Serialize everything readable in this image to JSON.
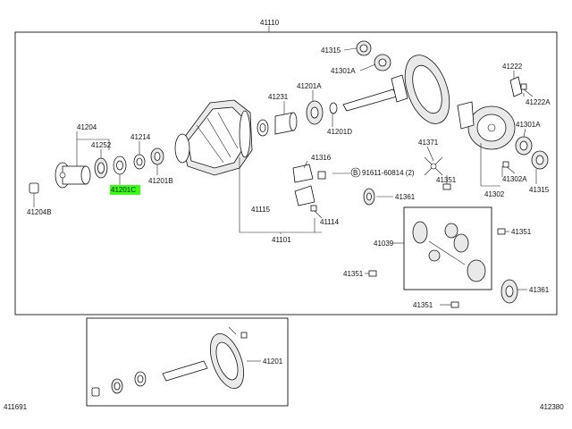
{
  "diagram": {
    "highlight_color": "#39ff14",
    "labels": {
      "p41110": "41110",
      "p41315_top": "41315",
      "p41301a_top": "41301A",
      "p41222": "41222",
      "p41222a": "41222A",
      "p41201a": "41201A",
      "p41231": "41231",
      "p41204": "41204",
      "p41252": "41252",
      "p41214": "41214",
      "p41201d": "41201D",
      "p41301a_right": "41301A",
      "p41371": "41371",
      "p41316": "41316",
      "bolt_callout": "91611-60814 (2)",
      "bolt_circle": "B",
      "p41201c": "41201C",
      "p41201b": "41201B",
      "p41204b": "41204B",
      "p41302a": "41302A",
      "p41351_a": "41351",
      "p41302": "41302",
      "p41315_right": "41315",
      "p41361_top": "41361",
      "p41115": "41115",
      "p41114": "41114",
      "p41351_b": "41351",
      "p41101": "41101",
      "p41039": "41039",
      "p41351_c": "41351",
      "p41361_bottom": "41361",
      "p41351_d": "41351",
      "p41201": "41201",
      "corner_left": "411691",
      "corner_right": "412380"
    }
  }
}
